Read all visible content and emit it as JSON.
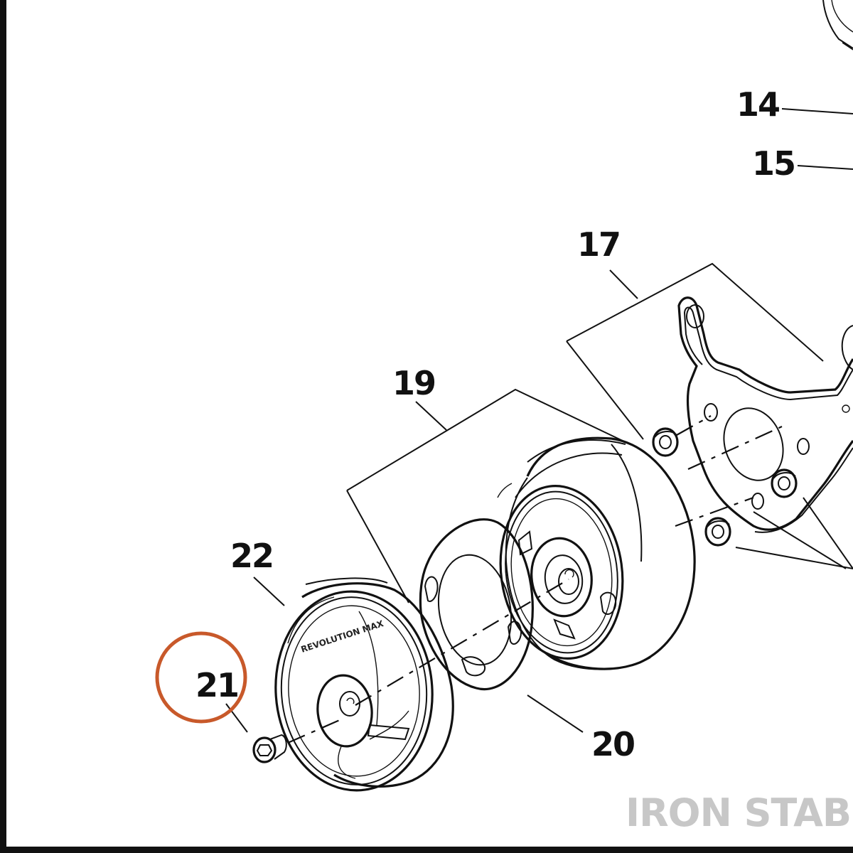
{
  "callouts": {
    "c14": "14",
    "c15": "15",
    "c17": "17",
    "c19": "19",
    "c20": "20",
    "c21": "21",
    "c22": "22"
  },
  "cover_brand": "REVOLUTION MAX",
  "watermark": "IRON STABLE",
  "colors": {
    "line": "#111111",
    "highlight_circle": "#c8592a",
    "watermark": "#c7c7c7",
    "frame": "#111111",
    "background": "#ffffff"
  }
}
